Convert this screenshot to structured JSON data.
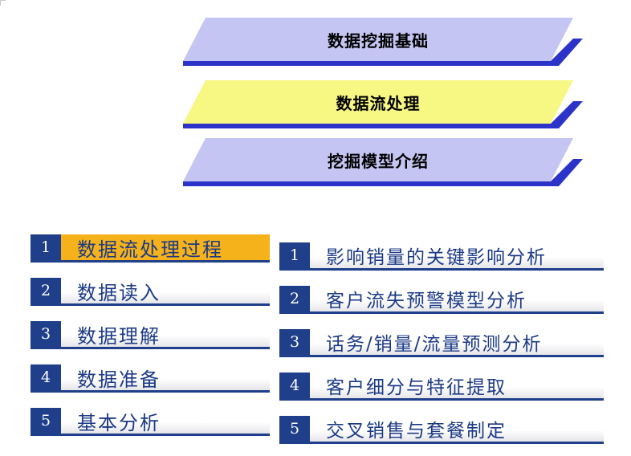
{
  "colors": {
    "banner_fill_default": "#c5c5f3",
    "banner_fill_active": "#f7f783",
    "banner_edge": "#2c33c9",
    "badge_blue": "#1f3f8a",
    "active_highlight": "#f5b21a",
    "item_text": "#1c3a86"
  },
  "banners": [
    {
      "label": "数据挖掘基础",
      "active": false
    },
    {
      "label": "数据流处理",
      "active": true
    },
    {
      "label": "挖掘模型介绍",
      "active": false
    }
  ],
  "left_menu": {
    "items": [
      {
        "number": "1",
        "label": "数据流处理过程",
        "active": true
      },
      {
        "number": "2",
        "label": "数据读入",
        "active": false
      },
      {
        "number": "3",
        "label": "数据理解",
        "active": false
      },
      {
        "number": "4",
        "label": "数据准备",
        "active": false
      },
      {
        "number": "5",
        "label": "基本分析",
        "active": false
      }
    ]
  },
  "right_menu": {
    "items": [
      {
        "number": "1",
        "label": "影响销量的关键影响分析",
        "active": false
      },
      {
        "number": "2",
        "label": "客户流失预警模型分析",
        "active": false
      },
      {
        "number": "3",
        "label": "话务/销量/流量预测分析",
        "active": false
      },
      {
        "number": "4",
        "label": "客户细分与特征提取",
        "active": false
      },
      {
        "number": "5",
        "label": "交叉销售与套餐制定",
        "active": false
      }
    ]
  }
}
